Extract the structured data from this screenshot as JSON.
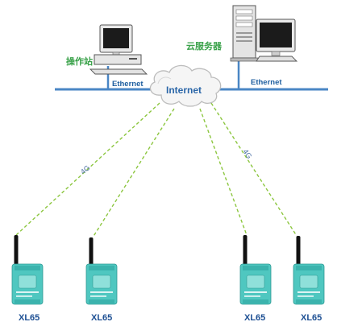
{
  "labels": {
    "operator_station": "操作站",
    "cloud_server": "云服务器",
    "ethernet_left": "Ethernet",
    "ethernet_right": "Ethernet",
    "internet": "Internet",
    "link_4g_left": "4G",
    "link_4g_right": "4G"
  },
  "devices": [
    {
      "name": "XL65"
    },
    {
      "name": "XL65"
    },
    {
      "name": "XL65"
    },
    {
      "name": "XL65"
    }
  ],
  "colors": {
    "ethernet_line": "#4a86c5",
    "wireless_link": "#8cc63f",
    "device_body": "#4fc7c0",
    "antenna": "#111111",
    "label_green": "#3aa24a",
    "label_blue": "#1f5fa0"
  },
  "icons": {
    "cloud": "cloud-icon",
    "workstation": "computer-icon",
    "server": "server-tower-icon",
    "modem": "4g-modem-icon"
  }
}
